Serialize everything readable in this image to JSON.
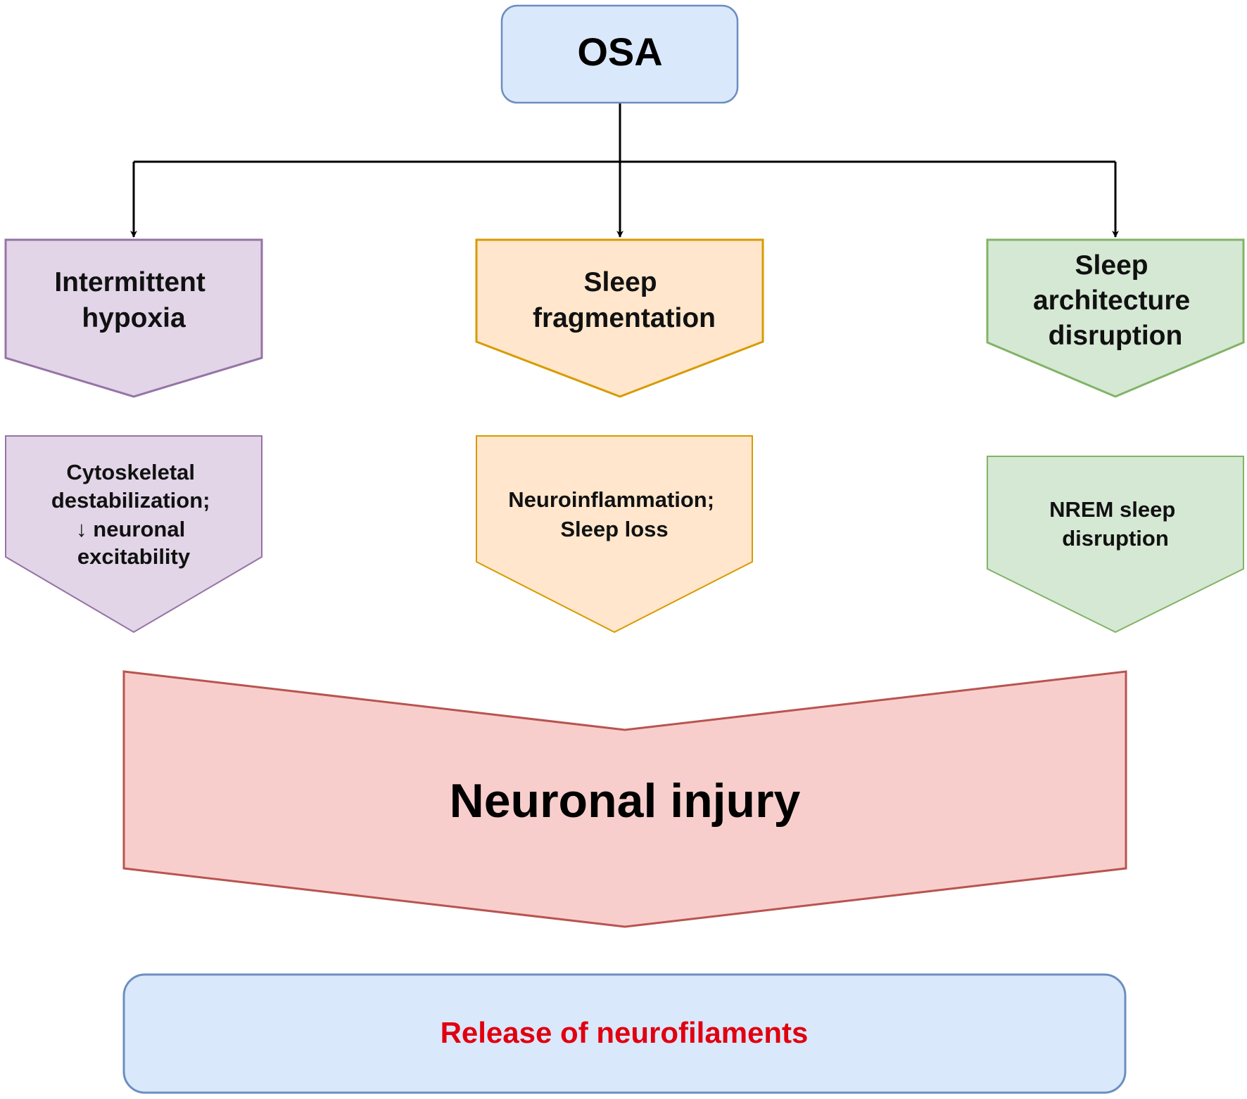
{
  "root": {
    "label": "OSA",
    "fill": "#dae8fc",
    "stroke": "#6c8ebf"
  },
  "causes": [
    {
      "id": "intermittent-hypoxia",
      "label_lines": [
        "Intermittent",
        "hypoxia"
      ],
      "effect_lines": [
        "Cytoskeletal",
        "destabilization;",
        "↓ neuronal",
        "excitability"
      ],
      "fill": "#e1d5e7",
      "stroke": "#9673a6"
    },
    {
      "id": "sleep-fragmentation",
      "label_lines": [
        "Sleep",
        "fragmentation"
      ],
      "effect_lines": [
        "Neuroinflammation;",
        "Sleep loss"
      ],
      "fill": "#ffe6cc",
      "stroke": "#d79b00"
    },
    {
      "id": "sleep-architecture-disruption",
      "label_lines": [
        "Sleep",
        "architecture",
        "disruption"
      ],
      "effect_lines": [
        "NREM sleep",
        "disruption"
      ],
      "fill": "#d5e8d4",
      "stroke": "#82b366"
    }
  ],
  "injury": {
    "label": "Neuronal injury",
    "fill": "#f8cecc",
    "stroke": "#b85450"
  },
  "outcome": {
    "label": "Release of neurofilaments",
    "fill": "#dae8fc",
    "stroke": "#6c8ebf",
    "text_color": "#e0000f"
  }
}
